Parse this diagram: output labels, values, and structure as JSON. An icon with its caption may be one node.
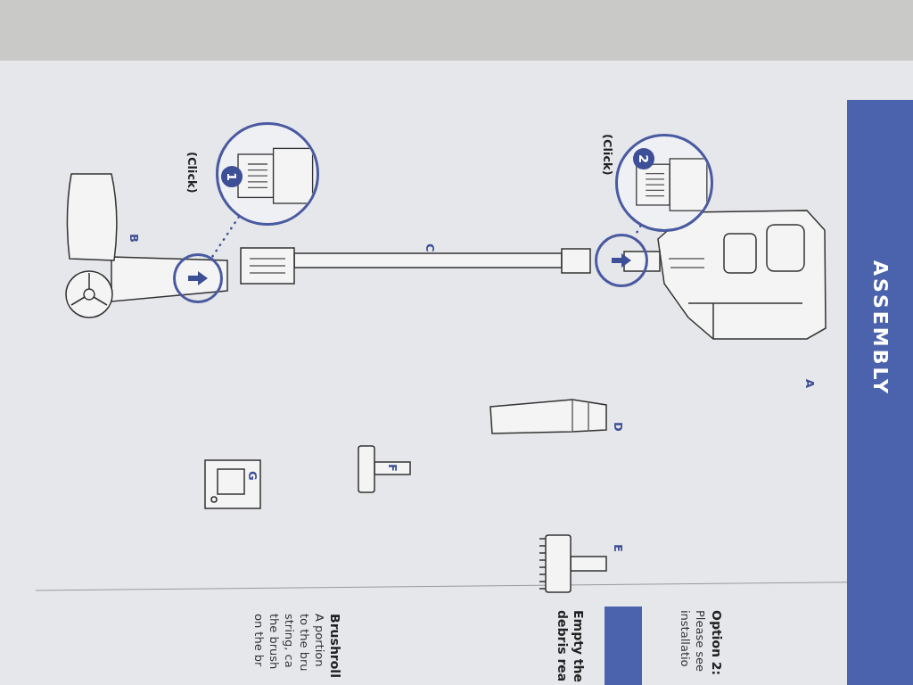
{
  "diagram": {
    "title": "ASSEMBLY",
    "nodes": [
      {
        "text": [
          "1"
        ],
        "beside": [
          "(Click)"
        ]
      },
      {
        "text": [],
        "shape": "circle"
      },
      {
        "text": [
          "2"
        ],
        "beside": [
          "(Click)"
        ]
      },
      {
        "text": [],
        "shape": "circle"
      },
      {
        "text": [],
        "shape": "bar"
      }
    ],
    "edges": [
      {
        "from": 0,
        "to": 1,
        "arrow": "none",
        "style": "dashed"
      },
      {
        "from": 2,
        "to": 3,
        "arrow": "none",
        "style": "dashed"
      }
    ],
    "labels": [
      "A",
      "B",
      "C",
      "D",
      "E",
      "F",
      "G",
      "Option 2:",
      "Please see",
      "installatio",
      "Empty the",
      "debris rea",
      "Brushroll",
      "A portion",
      "to the bru",
      "string, ca",
      "the brush",
      "on the br"
    ]
  }
}
